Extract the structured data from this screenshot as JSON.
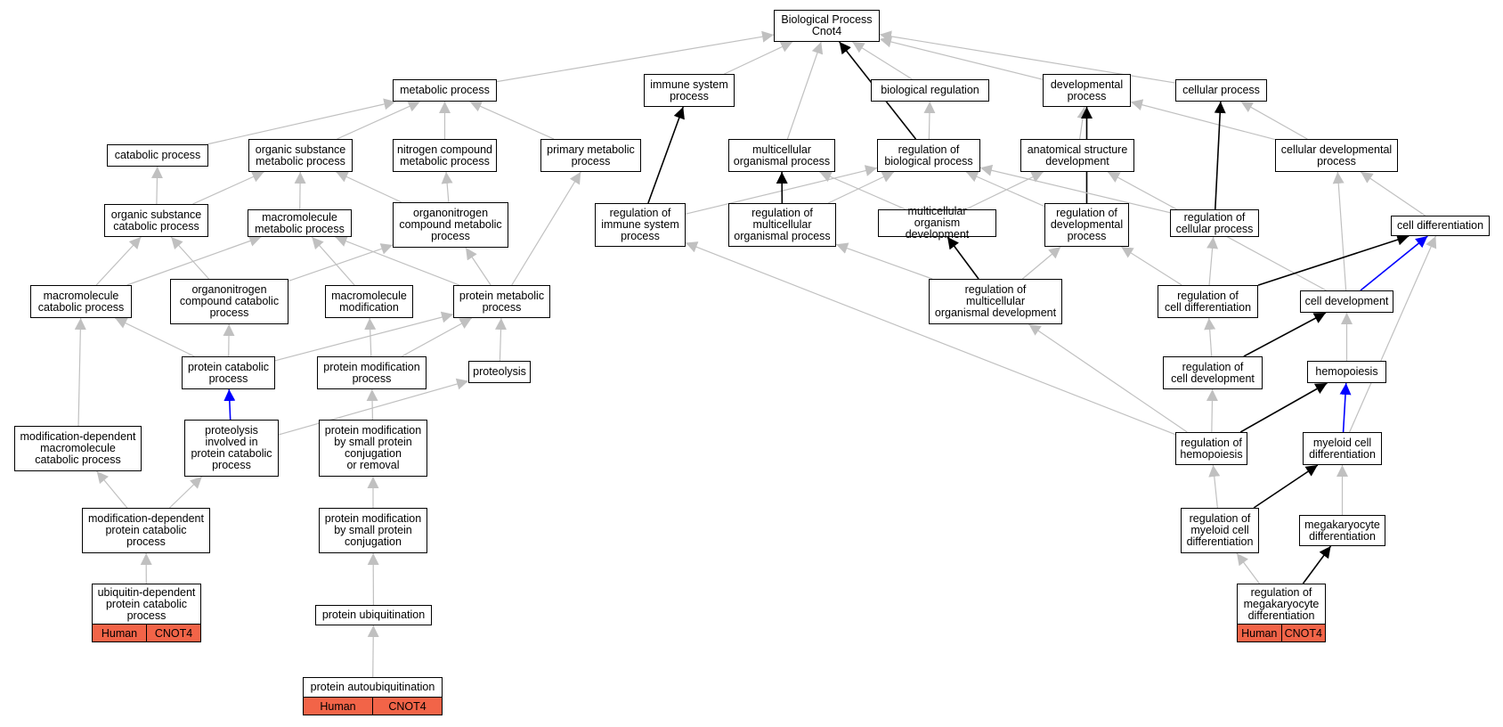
{
  "colors": {
    "is_a": "#c0c0c0",
    "regulates": "#000000",
    "part_of": "#0000ff",
    "annotation": "#f26448"
  },
  "nodes": {
    "bp": {
      "label": "Biological Process\nCnot4"
    },
    "met": {
      "label": "metabolic process"
    },
    "imm": {
      "label": "immune system\nprocess"
    },
    "breg": {
      "label": "biological regulation"
    },
    "dev": {
      "label": "developmental\nprocess"
    },
    "cell": {
      "label": "cellular process"
    },
    "cat": {
      "label": "catabolic process"
    },
    "osm": {
      "label": "organic substance\nmetabolic process"
    },
    "ncm": {
      "label": "nitrogen compound\nmetabolic process"
    },
    "pmp": {
      "label": "primary metabolic\nprocess"
    },
    "mop": {
      "label": "multicellular\norganismal process"
    },
    "rbp": {
      "label": "regulation of\nbiological process"
    },
    "asd": {
      "label": "anatomical structure\ndevelopment"
    },
    "cdp": {
      "label": "cellular developmental\nprocess"
    },
    "oscp": {
      "label": "organic substance\ncatabolic process"
    },
    "mmp": {
      "label": "macromolecule\nmetabolic process"
    },
    "ocmp": {
      "label": "organonitrogen\ncompound metabolic\nprocess"
    },
    "ris": {
      "label": "regulation of\nimmune system\nprocess"
    },
    "rmop": {
      "label": "regulation of\nmulticellular\norganismal process"
    },
    "mod": {
      "label": "multicellular\norganism development"
    },
    "rdp": {
      "label": "regulation of\ndevelopmental\nprocess"
    },
    "rcp": {
      "label": "regulation of\ncellular process"
    },
    "cdiff": {
      "label": "cell differentiation"
    },
    "mcp": {
      "label": "macromolecule\ncatabolic process"
    },
    "occp": {
      "label": "organonitrogen\ncompound catabolic\nprocess"
    },
    "mmod": {
      "label": "macromolecule\nmodification"
    },
    "prmp": {
      "label": "protein metabolic\nprocess"
    },
    "rmod": {
      "label": "regulation of\nmulticellular\norganismal development"
    },
    "rcd": {
      "label": "regulation of\ncell differentiation"
    },
    "cdev": {
      "label": "cell development"
    },
    "pcp": {
      "label": "protein catabolic\nprocess"
    },
    "pmod": {
      "label": "protein modification\nprocess"
    },
    "prot": {
      "label": "proteolysis"
    },
    "rcdev": {
      "label": "regulation of\ncell development"
    },
    "hemo": {
      "label": "hemopoiesis"
    },
    "mdmcp": {
      "label": "modification-dependent\nmacromolecule\ncatabolic process"
    },
    "pipc": {
      "label": "proteolysis\ninvolved in\nprotein catabolic\nprocess"
    },
    "pmsp": {
      "label": "protein modification\nby small protein\nconjugation\nor removal"
    },
    "rhem": {
      "label": "regulation of\nhemopoiesis"
    },
    "mcd": {
      "label": "myeloid cell\ndifferentiation"
    },
    "mdpcp": {
      "label": "modification-dependent\nprotein catabolic\nprocess"
    },
    "pmspc": {
      "label": "protein modification\nby small protein\nconjugation"
    },
    "rmcd": {
      "label": "regulation of\nmyeloid cell\ndifferentiation"
    },
    "megd": {
      "label": "megakaryocyte\ndifferentiation"
    },
    "udpcp": {
      "label": "ubiquitin-dependent\nprotein catabolic\nprocess",
      "annotation": [
        "Human",
        "CNOT4"
      ]
    },
    "pubq": {
      "label": "protein ubiquitination"
    },
    "rmeg": {
      "label": "regulation of\nmegakaryocyte\ndifferentiation",
      "annotation": [
        "Human",
        "CNOT4"
      ]
    },
    "pauq": {
      "label": "protein autoubiquitination",
      "annotation": [
        "Human",
        "CNOT4"
      ]
    }
  },
  "edges": [
    {
      "from": "met",
      "to": "bp",
      "type": "is_a"
    },
    {
      "from": "imm",
      "to": "bp",
      "type": "is_a"
    },
    {
      "from": "mop",
      "to": "bp",
      "type": "is_a"
    },
    {
      "from": "rbp",
      "to": "bp",
      "type": "regulates"
    },
    {
      "from": "breg",
      "to": "bp",
      "type": "is_a"
    },
    {
      "from": "dev",
      "to": "bp",
      "type": "is_a"
    },
    {
      "from": "cell",
      "to": "bp",
      "type": "is_a"
    },
    {
      "from": "cat",
      "to": "met",
      "type": "is_a"
    },
    {
      "from": "osm",
      "to": "met",
      "type": "is_a"
    },
    {
      "from": "ncm",
      "to": "met",
      "type": "is_a"
    },
    {
      "from": "pmp",
      "to": "met",
      "type": "is_a"
    },
    {
      "from": "rbp",
      "to": "breg",
      "type": "is_a"
    },
    {
      "from": "asd",
      "to": "dev",
      "type": "is_a"
    },
    {
      "from": "cdp",
      "to": "dev",
      "type": "is_a"
    },
    {
      "from": "cdp",
      "to": "cell",
      "type": "is_a"
    },
    {
      "from": "oscp",
      "to": "cat",
      "type": "is_a"
    },
    {
      "from": "oscp",
      "to": "osm",
      "type": "is_a"
    },
    {
      "from": "mmp",
      "to": "osm",
      "type": "is_a"
    },
    {
      "from": "ocmp",
      "to": "osm",
      "type": "is_a"
    },
    {
      "from": "ocmp",
      "to": "ncm",
      "type": "is_a"
    },
    {
      "from": "prmp",
      "to": "pmp",
      "type": "is_a"
    },
    {
      "from": "ris",
      "to": "imm",
      "type": "regulates"
    },
    {
      "from": "ris",
      "to": "rbp",
      "type": "is_a"
    },
    {
      "from": "rmop",
      "to": "mop",
      "type": "regulates"
    },
    {
      "from": "rmop",
      "to": "rbp",
      "type": "is_a"
    },
    {
      "from": "mod",
      "to": "mop",
      "type": "is_a"
    },
    {
      "from": "mod",
      "to": "asd",
      "type": "is_a"
    },
    {
      "from": "rdp",
      "to": "rbp",
      "type": "is_a"
    },
    {
      "from": "rdp",
      "to": "dev",
      "type": "regulates"
    },
    {
      "from": "rcp",
      "to": "rbp",
      "type": "is_a"
    },
    {
      "from": "rcp",
      "to": "cell",
      "type": "regulates"
    },
    {
      "from": "cdiff",
      "to": "cdp",
      "type": "is_a"
    },
    {
      "from": "cdev",
      "to": "asd",
      "type": "is_a"
    },
    {
      "from": "cdev",
      "to": "cdp",
      "type": "is_a"
    },
    {
      "from": "cdev",
      "to": "cdiff",
      "type": "part_of"
    },
    {
      "from": "mcp",
      "to": "oscp",
      "type": "is_a"
    },
    {
      "from": "mcp",
      "to": "mmp",
      "type": "is_a"
    },
    {
      "from": "occp",
      "to": "oscp",
      "type": "is_a"
    },
    {
      "from": "occp",
      "to": "ocmp",
      "type": "is_a"
    },
    {
      "from": "mmod",
      "to": "mmp",
      "type": "is_a"
    },
    {
      "from": "prmp",
      "to": "mmp",
      "type": "is_a"
    },
    {
      "from": "prmp",
      "to": "ocmp",
      "type": "is_a"
    },
    {
      "from": "rmod",
      "to": "rmop",
      "type": "is_a"
    },
    {
      "from": "rmod",
      "to": "mod",
      "type": "regulates"
    },
    {
      "from": "rmod",
      "to": "rdp",
      "type": "is_a"
    },
    {
      "from": "rcd",
      "to": "rdp",
      "type": "is_a"
    },
    {
      "from": "rcd",
      "to": "rcp",
      "type": "is_a"
    },
    {
      "from": "rcd",
      "to": "cdiff",
      "type": "regulates"
    },
    {
      "from": "pcp",
      "to": "mcp",
      "type": "is_a"
    },
    {
      "from": "pcp",
      "to": "occp",
      "type": "is_a"
    },
    {
      "from": "pcp",
      "to": "prmp",
      "type": "is_a"
    },
    {
      "from": "pmod",
      "to": "mmod",
      "type": "is_a"
    },
    {
      "from": "pmod",
      "to": "prmp",
      "type": "is_a"
    },
    {
      "from": "prot",
      "to": "prmp",
      "type": "is_a"
    },
    {
      "from": "rcdev",
      "to": "rcd",
      "type": "is_a"
    },
    {
      "from": "rcdev",
      "to": "cdev",
      "type": "regulates"
    },
    {
      "from": "hemo",
      "to": "cdev",
      "type": "is_a"
    },
    {
      "from": "mdmcp",
      "to": "mcp",
      "type": "is_a"
    },
    {
      "from": "pipc",
      "to": "pcp",
      "type": "part_of"
    },
    {
      "from": "pipc",
      "to": "prot",
      "type": "is_a"
    },
    {
      "from": "pmsp",
      "to": "pmod",
      "type": "is_a"
    },
    {
      "from": "rhem",
      "to": "ris",
      "type": "is_a"
    },
    {
      "from": "rhem",
      "to": "rmod",
      "type": "is_a"
    },
    {
      "from": "rhem",
      "to": "rcdev",
      "type": "is_a"
    },
    {
      "from": "rhem",
      "to": "hemo",
      "type": "regulates"
    },
    {
      "from": "mcd",
      "to": "hemo",
      "type": "part_of"
    },
    {
      "from": "mcd",
      "to": "cdiff",
      "type": "is_a"
    },
    {
      "from": "mdpcp",
      "to": "mdmcp",
      "type": "is_a"
    },
    {
      "from": "mdpcp",
      "to": "pipc",
      "type": "is_a"
    },
    {
      "from": "pmspc",
      "to": "pmsp",
      "type": "is_a"
    },
    {
      "from": "rmcd",
      "to": "rhem",
      "type": "is_a"
    },
    {
      "from": "rmcd",
      "to": "mcd",
      "type": "regulates"
    },
    {
      "from": "megd",
      "to": "mcd",
      "type": "is_a"
    },
    {
      "from": "udpcp",
      "to": "mdpcp",
      "type": "is_a"
    },
    {
      "from": "pubq",
      "to": "pmspc",
      "type": "is_a"
    },
    {
      "from": "rmeg",
      "to": "rmcd",
      "type": "is_a"
    },
    {
      "from": "rmeg",
      "to": "megd",
      "type": "regulates"
    },
    {
      "from": "pauq",
      "to": "pubq",
      "type": "is_a"
    }
  ]
}
